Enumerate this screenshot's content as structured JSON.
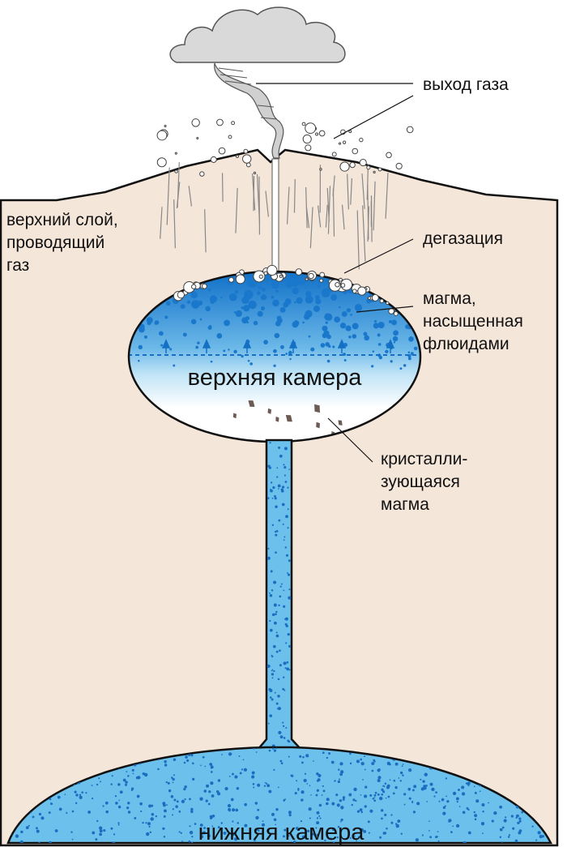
{
  "labels": {
    "gas_exit": "выход газа",
    "upper_layer": [
      "верхний слой,",
      "проводящий",
      "газ"
    ],
    "degassing": "дегазация",
    "fluid_magma": [
      "магма,",
      "насыщенная",
      "флюидами"
    ],
    "upper_chamber": "верхняя камера",
    "crystallizing": [
      "кристалли-",
      "зующаяся",
      "магма"
    ],
    "lower_chamber": "нижняя камера"
  },
  "colors": {
    "crust": "#f5e6da",
    "magma_dark": "#1576c8",
    "magma_light": "#6cc0ec",
    "crystal": "#6b5b54",
    "cloud": "#d9d9d9"
  }
}
